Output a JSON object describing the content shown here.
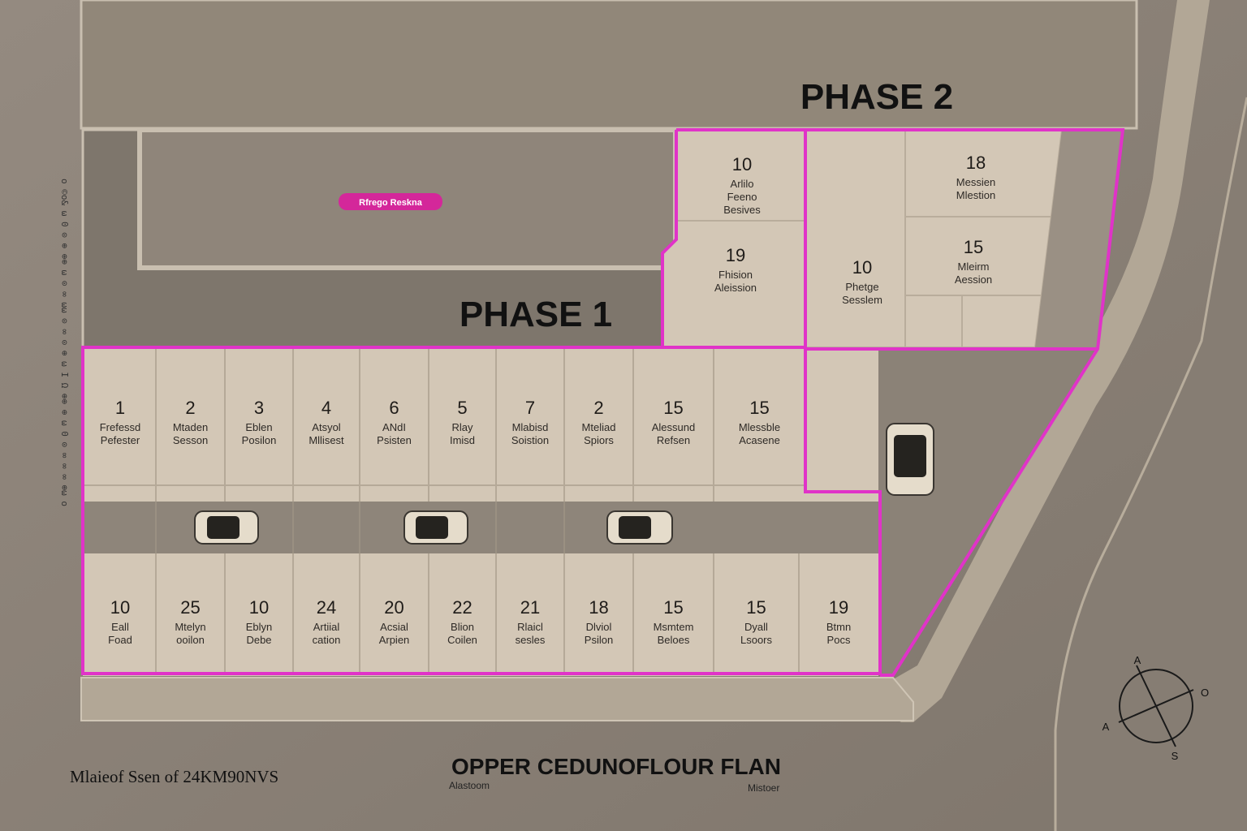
{
  "phases": {
    "phase1": "PHASE 1",
    "phase2": "PHASE 2"
  },
  "badge": "Rfrego Reskna",
  "title": "OPPER CEDUNOFLOUR FLAN",
  "title_sub_left": "Alastoom",
  "title_sub_right": "Mistoer",
  "footer": "Mlaieof Ssen of 24KM90NVS",
  "side_text": "o ©o& ω 0 ⊙ ⊕ ⊕⊕ ω ⊙ ∞ ωω ⊙ ∞ ⊙ ⊕ ω I Ω ⊕⊕ ⊕ ω 0 ⊙ ∞ ∞ ∞ ⊕ω o",
  "compass": {
    "n": "A",
    "e": "O",
    "s": "S",
    "w": "A"
  },
  "colors": {
    "boundary": "#e033c8",
    "lot": "#d3c7b6",
    "road": "#b2a796",
    "ground": "#8a8177",
    "badge": "#d4279a"
  },
  "lots_top_row": [
    {
      "num": "1",
      "l1": "Frefessd",
      "l2": "Pefester"
    },
    {
      "num": "2",
      "l1": "Mtaden",
      "l2": "Sesson"
    },
    {
      "num": "3",
      "l1": "Eblen",
      "l2": "Posilon"
    },
    {
      "num": "4",
      "l1": "Atsyol",
      "l2": "Mllisest"
    },
    {
      "num": "6",
      "l1": "ANdI",
      "l2": "Psisten"
    },
    {
      "num": "5",
      "l1": "Rlay",
      "l2": "Imisd"
    },
    {
      "num": "7",
      "l1": "Mlabisd",
      "l2": "Soistion"
    },
    {
      "num": "2",
      "l1": "Mteliad",
      "l2": "Spiors"
    },
    {
      "num": "15",
      "l1": "Alessund",
      "l2": "Refsen"
    },
    {
      "num": "15",
      "l1": "Mlessble",
      "l2": "Acasene"
    }
  ],
  "lots_bottom_row": [
    {
      "num": "10",
      "l1": "Eall",
      "l2": "Foad"
    },
    {
      "num": "25",
      "l1": "Mtelyn",
      "l2": "ooilon"
    },
    {
      "num": "10",
      "l1": "Eblyn",
      "l2": "Debe"
    },
    {
      "num": "24",
      "l1": "Artiial",
      "l2": "cation"
    },
    {
      "num": "20",
      "l1": "Acsial",
      "l2": "Arpien"
    },
    {
      "num": "22",
      "l1": "Blion",
      "l2": "Coilen"
    },
    {
      "num": "21",
      "l1": "Rlaicl",
      "l2": "sesles"
    },
    {
      "num": "18",
      "l1": "Dlviol",
      "l2": "Psilon"
    },
    {
      "num": "15",
      "l1": "Msmtem",
      "l2": "Beloes"
    },
    {
      "num": "15",
      "l1": "Dyall",
      "l2": "Lsoors"
    },
    {
      "num": "19",
      "l1": "Btmn",
      "l2": "Pocs"
    }
  ],
  "phase2_lots": [
    {
      "id": "a",
      "num": "10",
      "l1": "Arlilo",
      "l2": "Feeno",
      "l3": "Besives"
    },
    {
      "id": "b",
      "num": "19",
      "l1": "Fhision",
      "l2": "Aleission",
      "l3": ""
    },
    {
      "id": "c",
      "num": "10",
      "l1": "Phetge",
      "l2": "Sesslem",
      "l3": ""
    },
    {
      "id": "d",
      "num": "18",
      "l1": "Messien",
      "l2": "Mlestion",
      "l3": ""
    },
    {
      "id": "e",
      "num": "15",
      "l1": "Mleirm",
      "l2": "Aession",
      "l3": ""
    }
  ]
}
